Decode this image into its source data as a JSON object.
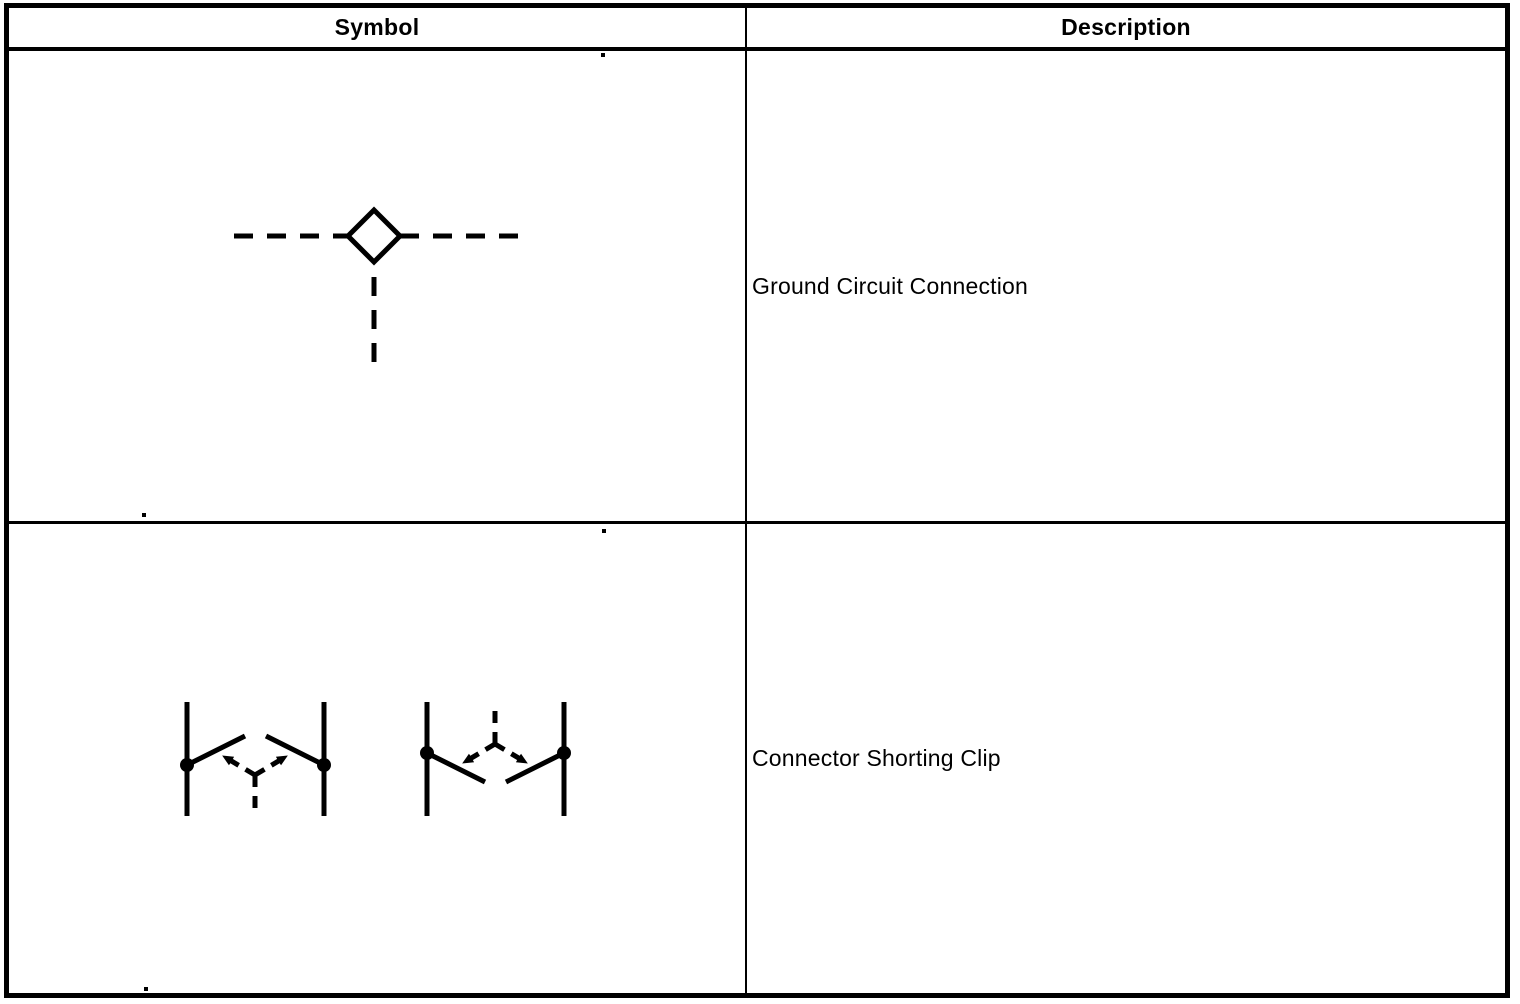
{
  "page": {
    "background": "#ffffff",
    "ink_color": "#000000"
  },
  "table": {
    "header": {
      "symbol_label": "Symbol",
      "description_label": "Description"
    },
    "rows": [
      {
        "symbol_icon": "ground-circuit-connection-symbol",
        "description": "Ground Circuit Connection"
      },
      {
        "symbol_icon": "connector-shorting-clip-symbol",
        "description": "Connector Shorting Clip"
      }
    ]
  }
}
